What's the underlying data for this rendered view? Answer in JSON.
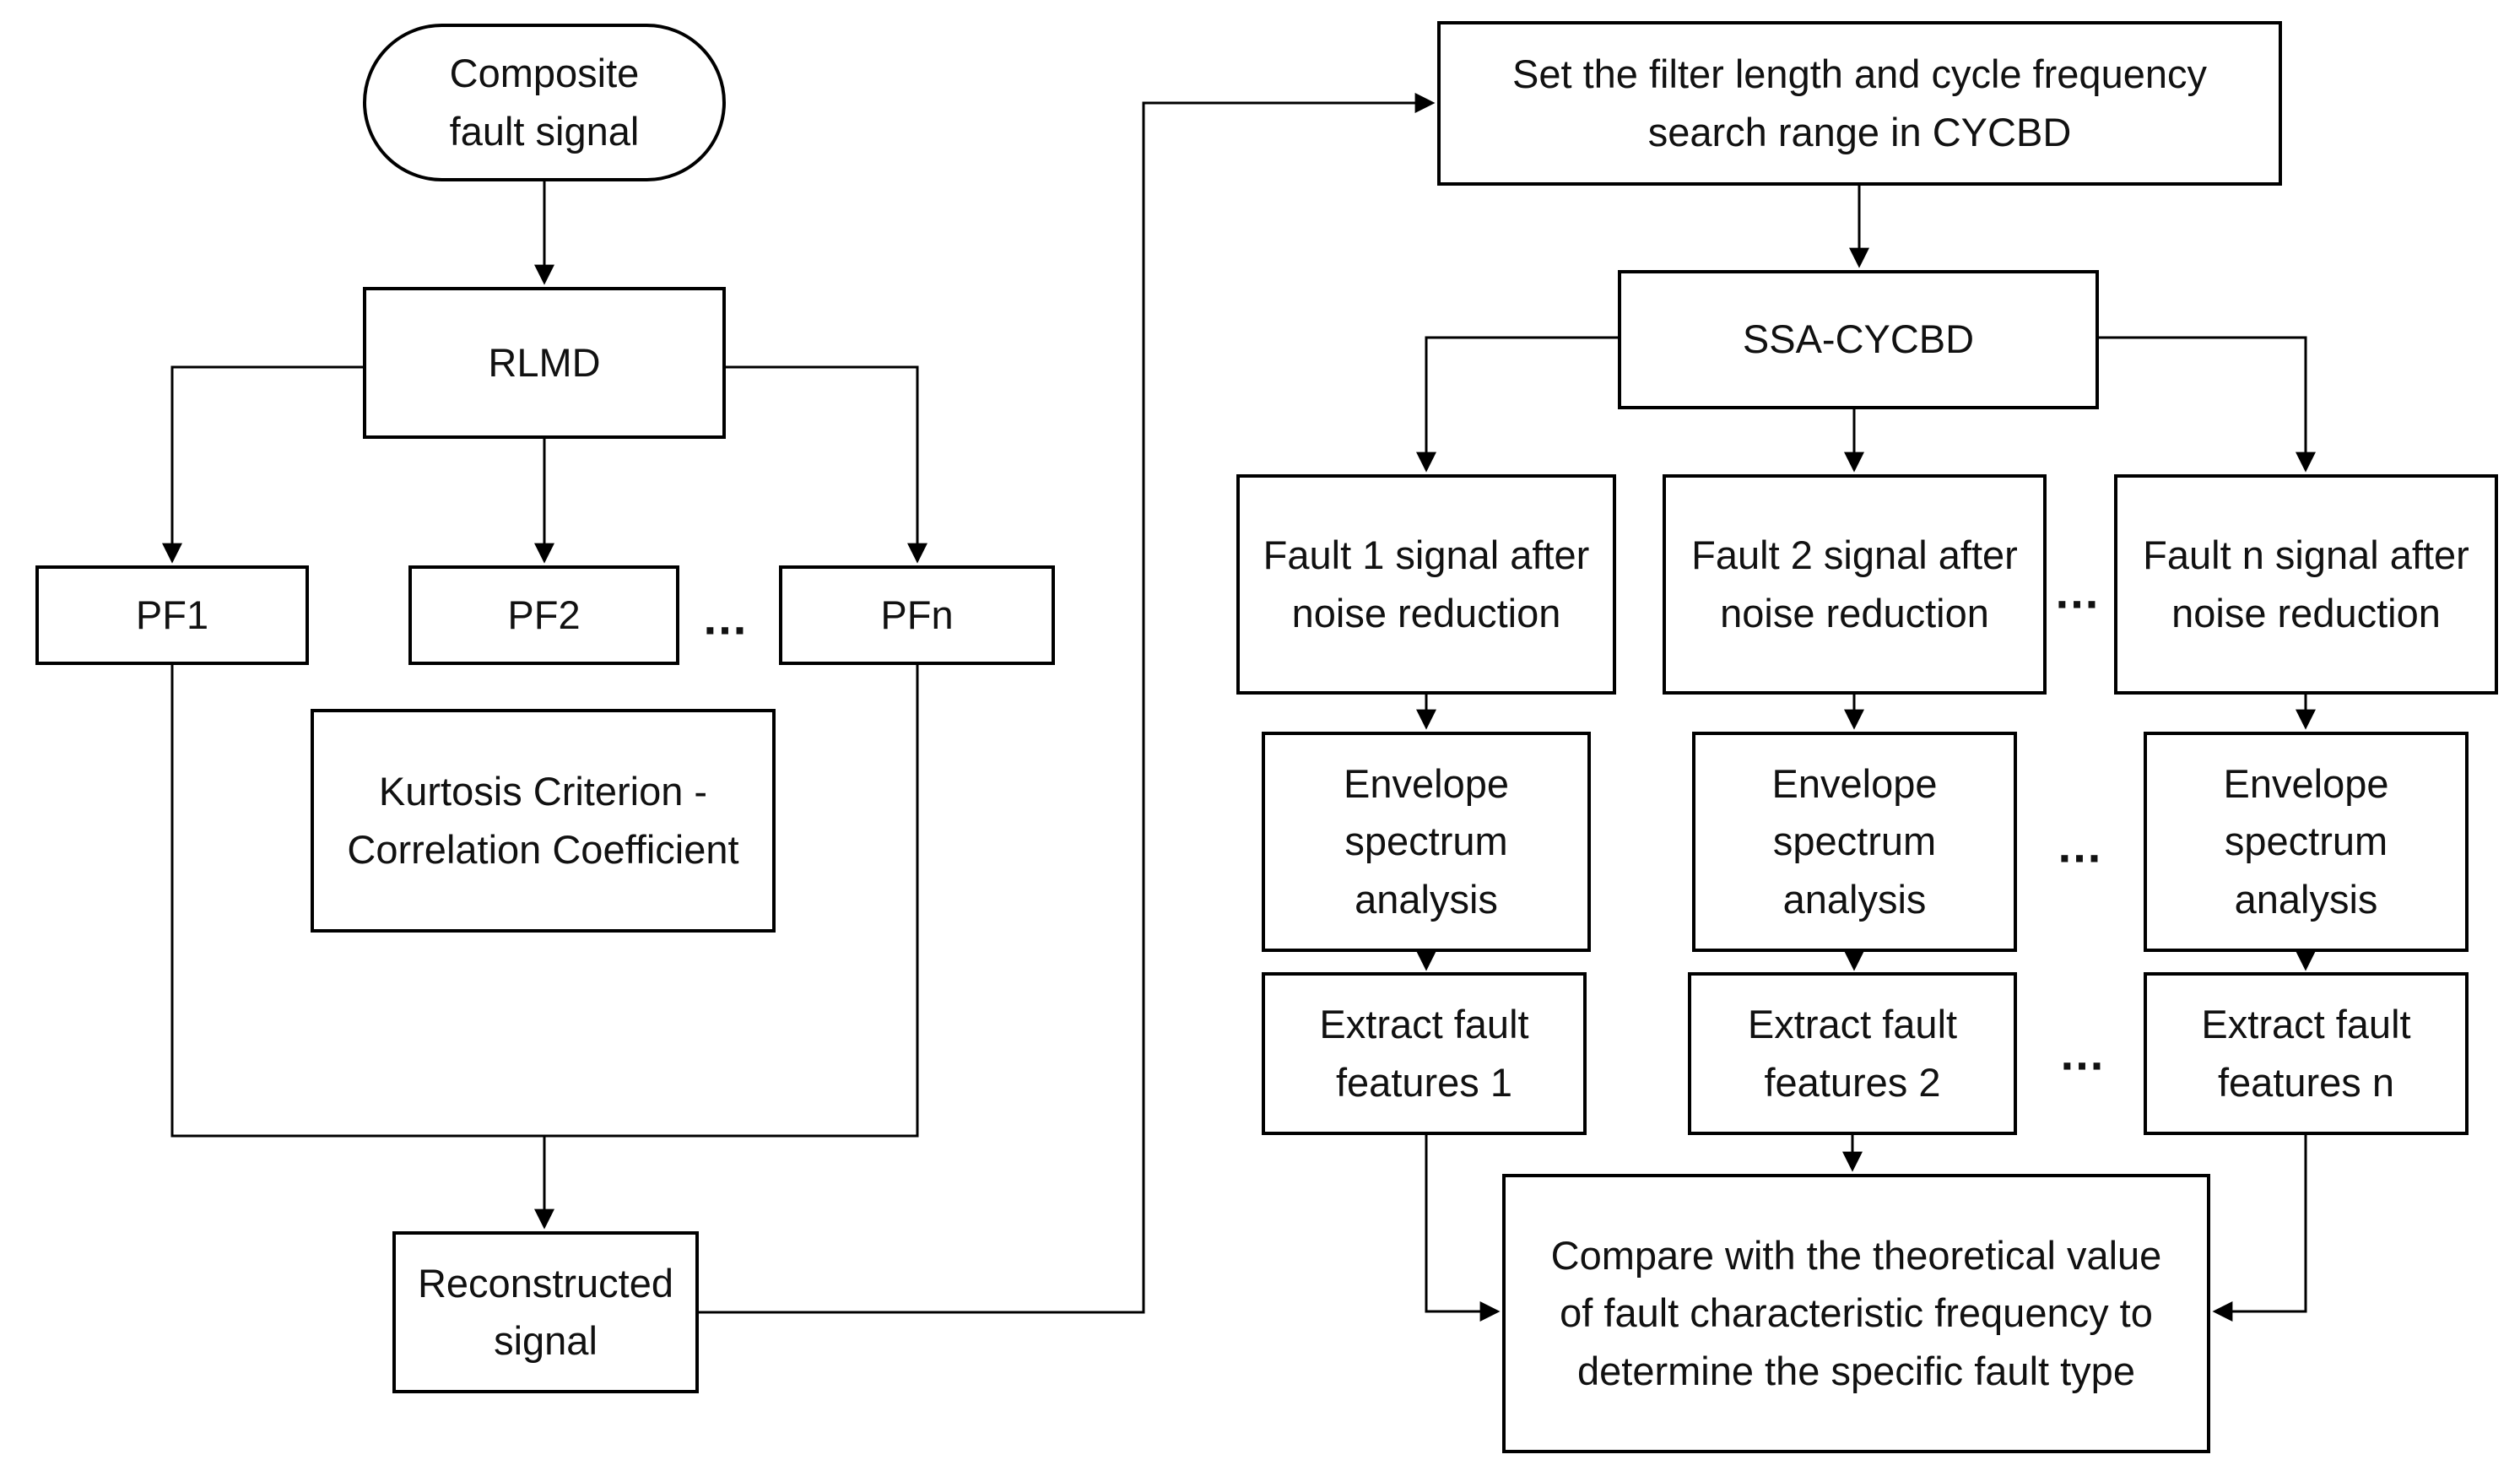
{
  "nodes": {
    "composite_fault_signal": {
      "label": "Composite\nfault signal"
    },
    "rlmd": {
      "label": "RLMD"
    },
    "pf1": {
      "label": "PF1"
    },
    "pf2": {
      "label": "PF2"
    },
    "pfn": {
      "label": "PFn"
    },
    "kurtosis": {
      "label": "Kurtosis Criterion -\nCorrelation Coefficient"
    },
    "reconstructed": {
      "label": "Reconstructed\nsignal"
    },
    "set_filter": {
      "label": "Set the filter length and cycle frequency\nsearch range in CYCBD"
    },
    "ssa_cycbd": {
      "label": "SSA-CYCBD"
    },
    "fault1": {
      "label": "Fault 1 signal after\nnoise reduction"
    },
    "fault2": {
      "label": "Fault 2 signal after\nnoise reduction"
    },
    "faultn": {
      "label": "Fault n signal after\nnoise reduction"
    },
    "envelope1": {
      "label": "Envelope\nspectrum\nanalysis"
    },
    "envelope2": {
      "label": "Envelope\nspectrum\nanalysis"
    },
    "envelopen": {
      "label": "Envelope\nspectrum\nanalysis"
    },
    "extract1": {
      "label": "Extract fault\nfeatures 1"
    },
    "extract2": {
      "label": "Extract fault\nfeatures 2"
    },
    "extractn": {
      "label": "Extract fault\nfeatures n"
    },
    "compare": {
      "label": "Compare with the theoretical value\nof fault characteristic frequency to\ndetermine the specific fault type"
    }
  },
  "ellipsis": "...",
  "colors": {
    "line": "#000000",
    "box_border": "#000000",
    "box_fill": "#ffffff",
    "text": "#111111",
    "background": "#ffffff"
  }
}
